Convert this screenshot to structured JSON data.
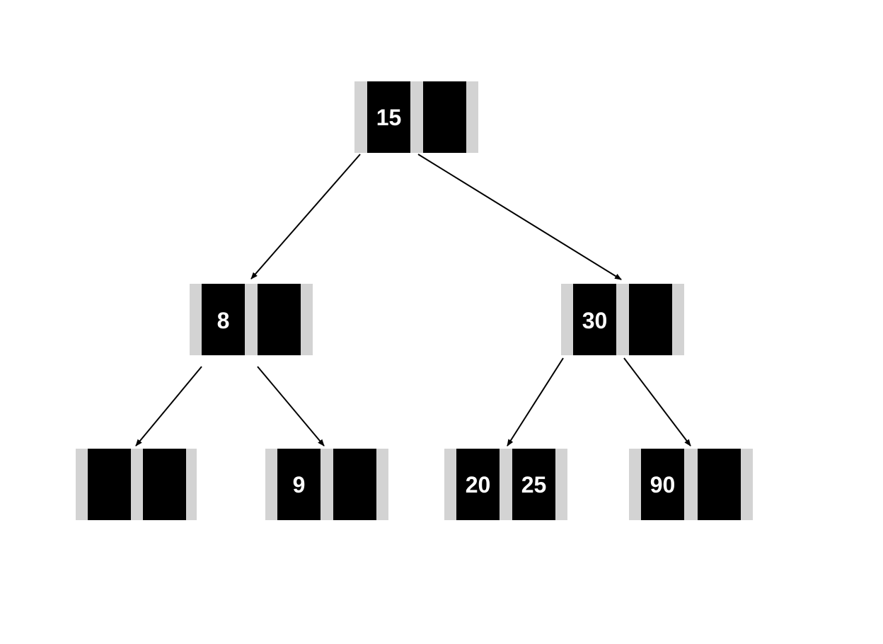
{
  "colors": {
    "background": "#ffffff",
    "slot": "#000000",
    "pointer_slot": "#d3d3d3",
    "edge": "#000000",
    "key_text": "#ffffff"
  },
  "tree": {
    "root": {
      "keys": [
        "15",
        ""
      ]
    },
    "level1": [
      {
        "keys": [
          "8",
          ""
        ]
      },
      {
        "keys": [
          "30",
          ""
        ]
      }
    ],
    "level2": [
      {
        "keys": [
          "",
          ""
        ]
      },
      {
        "keys": [
          "9",
          ""
        ]
      },
      {
        "keys": [
          "20",
          "25"
        ]
      },
      {
        "keys": [
          "90",
          ""
        ]
      }
    ]
  }
}
